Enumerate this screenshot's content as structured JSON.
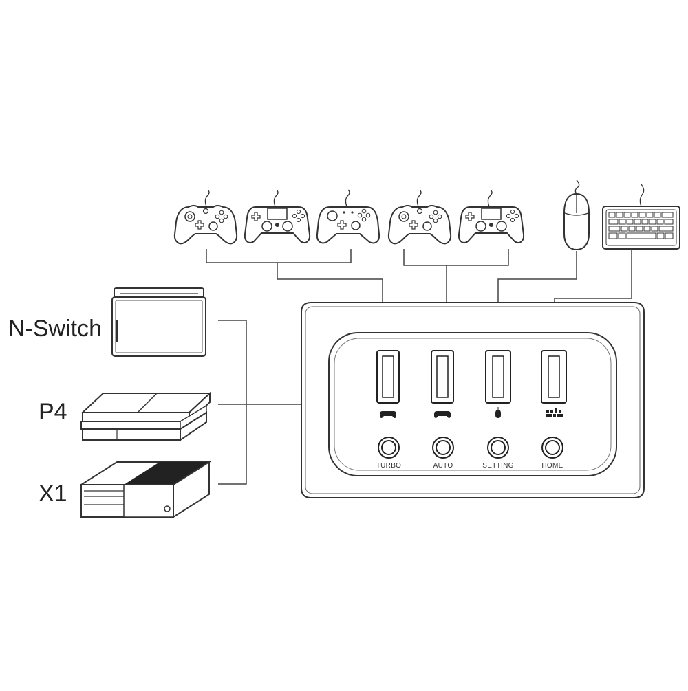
{
  "consoles": {
    "switch_label": "N-Switch",
    "ps4_label": "P4",
    "xbox_label": "X1"
  },
  "hub": {
    "buttons": {
      "turbo": "TURBO",
      "auto": "AUTO",
      "setting": "SETTING",
      "home": "HOME"
    },
    "port_icons": [
      "gamepad-icon",
      "gamepad-icon",
      "mouse-icon",
      "keyboard-icon"
    ]
  },
  "peripherals": [
    "xbox-controller",
    "ps4-controller",
    "switch-pro-controller",
    "xbox-controller",
    "ps4-controller",
    "mouse",
    "keyboard"
  ],
  "colors": {
    "line": "#333333",
    "fill": "#ffffff",
    "dark": "#222222"
  }
}
